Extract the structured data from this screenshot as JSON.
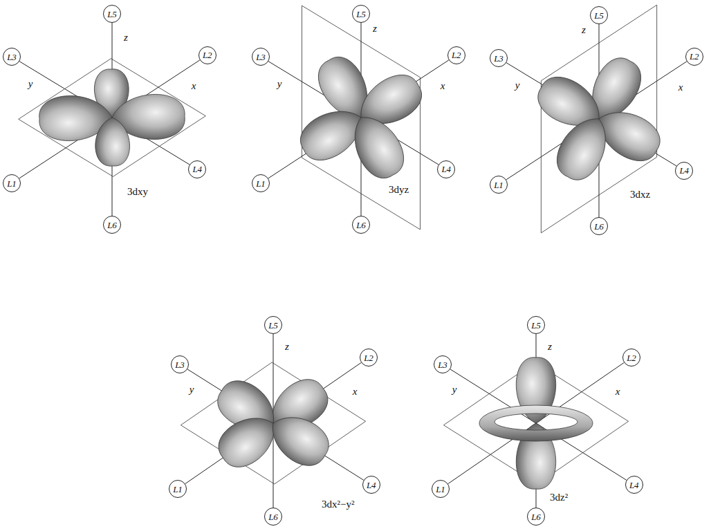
{
  "diagram": {
    "nodes": [
      {
        "text": [
          "L5"
        ]
      },
      {
        "text": [
          "L3"
        ]
      },
      {
        "text": [
          "L2"
        ]
      },
      {
        "text": [
          "L1"
        ]
      },
      {
        "text": [
          "L4"
        ]
      },
      {
        "text": [
          "L6"
        ]
      },
      {
        "text": [
          "L5"
        ]
      },
      {
        "text": [
          "L3"
        ]
      },
      {
        "text": [
          "L2"
        ]
      },
      {
        "text": [
          "L1"
        ]
      },
      {
        "text": [
          "L4"
        ]
      },
      {
        "text": [
          "L6"
        ]
      },
      {
        "text": [
          "L5"
        ]
      },
      {
        "text": [
          "L3"
        ]
      },
      {
        "text": [
          "L2"
        ]
      },
      {
        "text": [
          "L1"
        ]
      },
      {
        "text": [
          "L4"
        ]
      },
      {
        "text": [
          "L6"
        ]
      },
      {
        "text": [
          "L5"
        ]
      },
      {
        "text": [
          "L3"
        ]
      },
      {
        "text": [
          "L2"
        ]
      },
      {
        "text": [
          "L1"
        ]
      },
      {
        "text": [
          "L4"
        ]
      },
      {
        "text": [
          "L6"
        ]
      },
      {
        "text": [
          "L5"
        ]
      },
      {
        "text": [
          "L3"
        ]
      },
      {
        "text": [
          "L2"
        ]
      },
      {
        "text": [
          "L1"
        ]
      },
      {
        "text": [
          "L4"
        ]
      },
      {
        "text": [
          "L6"
        ]
      }
    ],
    "edges": [
      {
        "from": 0,
        "to": 5,
        "arrow": "none"
      },
      {
        "from": 3,
        "to": 2,
        "arrow": "none"
      },
      {
        "from": 1,
        "to": 4,
        "arrow": "none"
      },
      {
        "from": 6,
        "to": 11,
        "arrow": "none"
      },
      {
        "from": 9,
        "to": 8,
        "arrow": "none"
      },
      {
        "from": 7,
        "to": 10,
        "arrow": "none"
      },
      {
        "from": 12,
        "to": 17,
        "arrow": "none"
      },
      {
        "from": 15,
        "to": 14,
        "arrow": "none"
      },
      {
        "from": 13,
        "to": 16,
        "arrow": "none"
      },
      {
        "from": 18,
        "to": 23,
        "arrow": "none"
      },
      {
        "from": 21,
        "to": 20,
        "arrow": "none"
      },
      {
        "from": 19,
        "to": 22,
        "arrow": "none"
      },
      {
        "from": 24,
        "to": 29,
        "arrow": "none"
      },
      {
        "from": 27,
        "to": 26,
        "arrow": "none"
      },
      {
        "from": 25,
        "to": 28,
        "arrow": "none"
      }
    ],
    "labels": [
      "z",
      "y",
      "x",
      "3dxy",
      "z",
      "y",
      "x",
      "3dyz",
      "z",
      "y",
      "x",
      "3dxz",
      "z",
      "y",
      "x",
      "3dx²−y²",
      "z",
      "y",
      "x",
      "3dz²"
    ]
  }
}
